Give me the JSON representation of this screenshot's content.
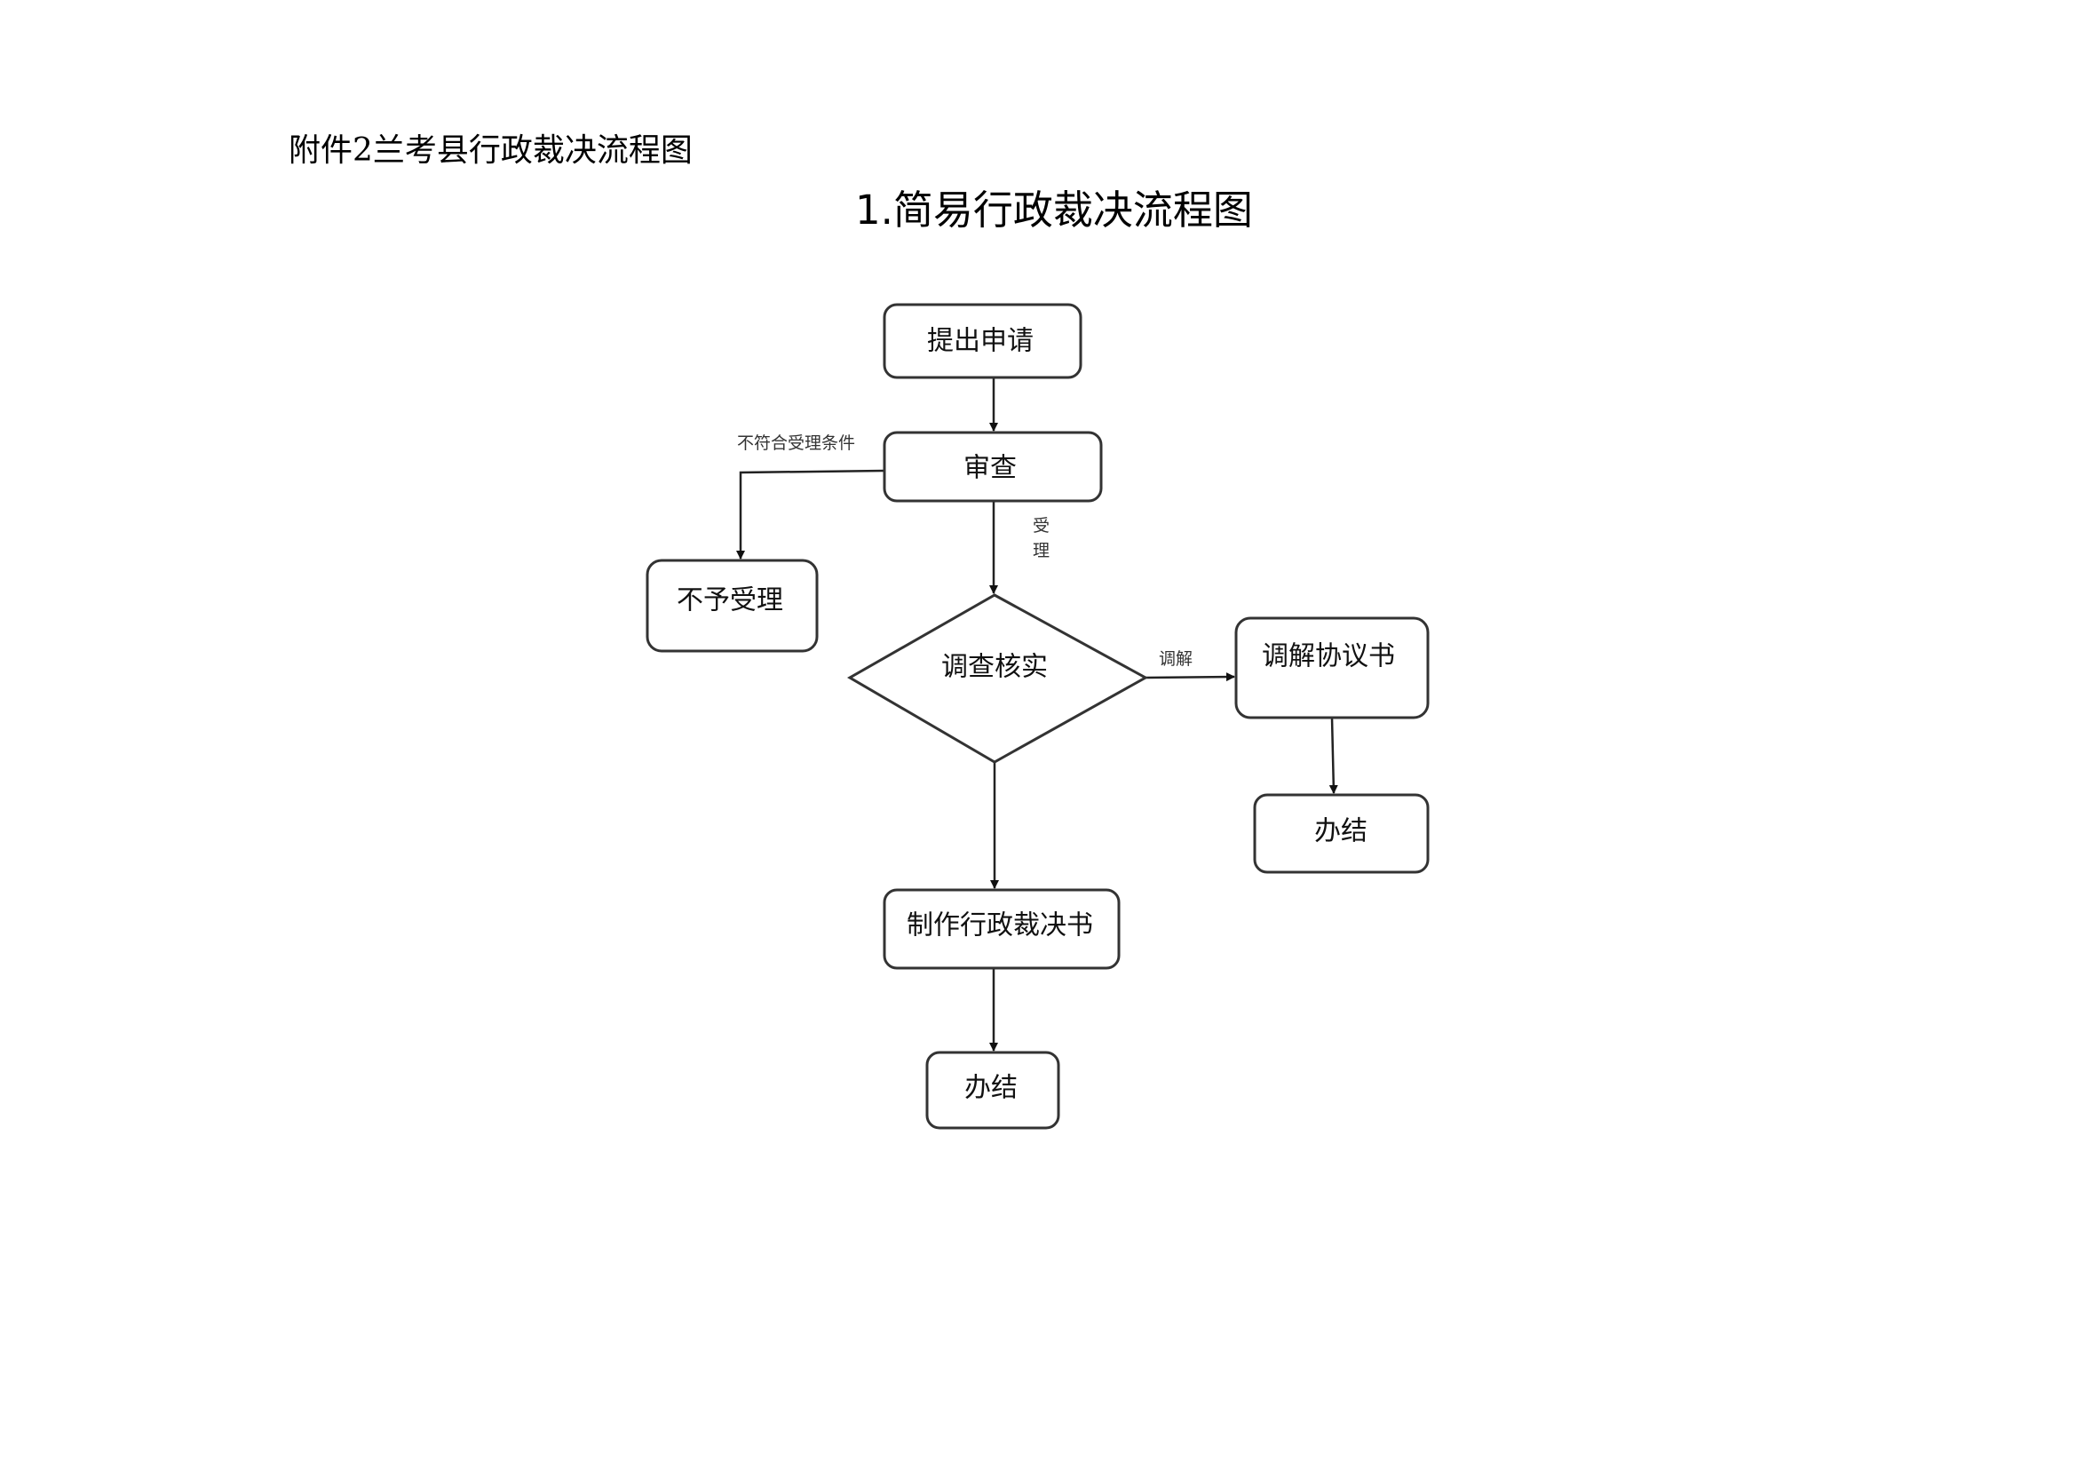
{
  "header": "附件2兰考县行政裁决流程图",
  "title": "1.简易行政裁决流程图",
  "nodes": {
    "apply": "提出申请",
    "review": "审查",
    "reject": "不予受理",
    "investigate": "调查核实",
    "mediation_agreement": "调解协议书",
    "close_mediation": "办结",
    "decision": "制作行政裁决书",
    "close_decision": "办结"
  },
  "edge_labels": {
    "not_eligible": "不符合受理条件",
    "accept_1": "受",
    "accept_2": "理",
    "mediate": "调解"
  }
}
